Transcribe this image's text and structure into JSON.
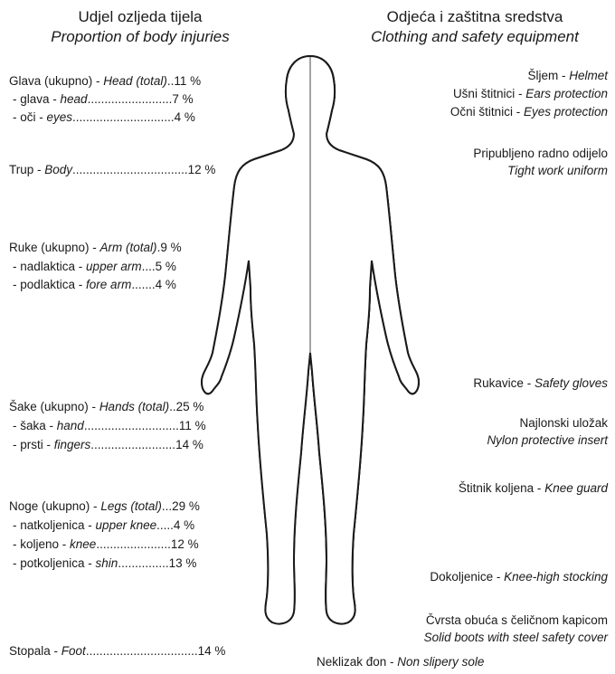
{
  "header": {
    "left_hr": "Udjel ozljeda tijela",
    "left_en": "Proportion of body injuries",
    "right_hr": "Odjeća i zaštitna sredstva",
    "right_en": "Clothing and safety equipment"
  },
  "injuries": {
    "head_total": {
      "hr": "Glava (ukupno) - ",
      "en": "Head (total)",
      "dots": "..",
      "pct": "11 %"
    },
    "head": {
      "hr": "- glava - ",
      "en": "head",
      "dots": ".........................",
      "pct": "7 %"
    },
    "eyes": {
      "hr": "- oči - ",
      "en": "eyes",
      "dots": "..............................",
      "pct": "4 %"
    },
    "body": {
      "hr": "Trup - ",
      "en": "Body",
      "dots": "..................................",
      "pct": "12 %"
    },
    "arm_total": {
      "hr": "Ruke (ukupno) - ",
      "en": "Arm (total)",
      "dots": ".",
      "pct": "9 %"
    },
    "upper_arm": {
      "hr": "- nadlaktica - ",
      "en": "upper arm",
      "dots": "....",
      "pct": "5 %"
    },
    "fore_arm": {
      "hr": "- podlaktica - ",
      "en": "fore arm",
      "dots": ".......",
      "pct": "4 %"
    },
    "hands_total": {
      "hr": "Šake (ukupno) - ",
      "en": "Hands (total)",
      "dots": "..",
      "pct": "25 %"
    },
    "hand": {
      "hr": "- šaka - ",
      "en": "hand",
      "dots": "............................",
      "pct": "11 %"
    },
    "fingers": {
      "hr": "- prsti - ",
      "en": "fingers",
      "dots": ".........................",
      "pct": "14 %"
    },
    "legs_total": {
      "hr": "Noge (ukupno) - ",
      "en": "Legs (total)",
      "dots": "...",
      "pct": "29 %"
    },
    "upper_knee": {
      "hr": "- natkoljenica - ",
      "en": "upper knee",
      "dots": ".....",
      "pct": "4 %"
    },
    "knee": {
      "hr": "- koljeno - ",
      "en": "knee",
      "dots": "......................",
      "pct": "12 %"
    },
    "shin": {
      "hr": "- potkoljenica - ",
      "en": "shin",
      "dots": "...............",
      "pct": "13 %"
    },
    "foot": {
      "hr": "Stopala - ",
      "en": "Foot",
      "dots": ".................................",
      "pct": "14 %"
    }
  },
  "equipment": {
    "helmet": {
      "hr": "Šljem - ",
      "en": "Helmet"
    },
    "ears": {
      "hr": "Ušni štitnici - ",
      "en": "Ears protection"
    },
    "eyes": {
      "hr": "Očni štitnici - ",
      "en": "Eyes protection"
    },
    "uniform_hr": "Pripubljeno radno odijelo",
    "uniform_en": "Tight work uniform",
    "gloves": {
      "hr": "Rukavice - ",
      "en": "Safety gloves"
    },
    "insert_hr": "Najlonski uložak",
    "insert_en": "Nylon protective insert",
    "knee_guard": {
      "hr": "Štitnik koljena - ",
      "en": "Knee guard"
    },
    "stocking": {
      "hr": "Dokoljenice - ",
      "en": "Knee-high stocking"
    },
    "boots_hr": "Čvrsta obuća s čeličnom kapicom",
    "boots_en": "Solid boots with steel safety cover",
    "sole": {
      "hr": "Neklizak đon - ",
      "en": "Non slipery sole"
    }
  },
  "colors": {
    "ink": "#1a1a1a",
    "stipple": "#9a9a9a",
    "background": "#ffffff"
  }
}
